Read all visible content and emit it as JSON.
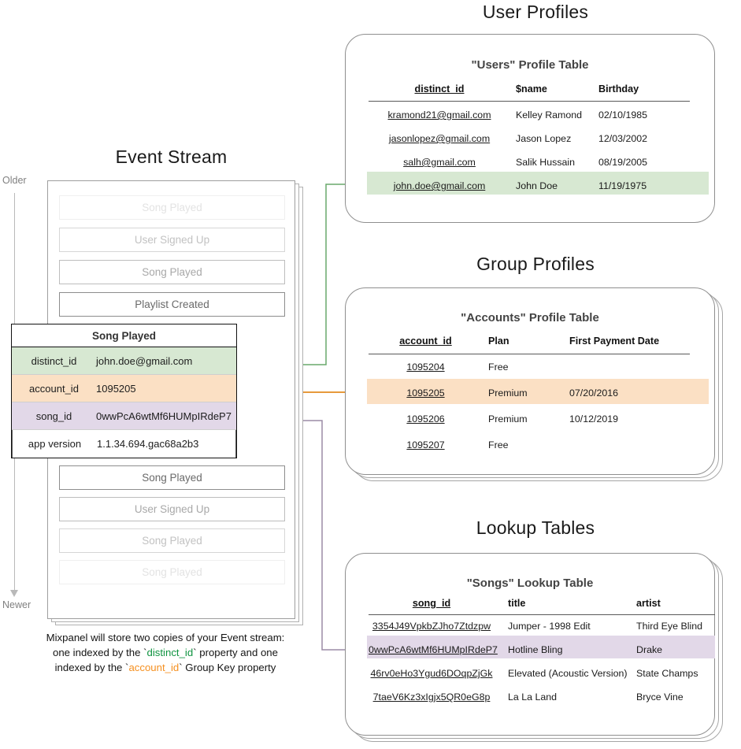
{
  "sections": {
    "user_profiles_title": "User Profiles",
    "group_profiles_title": "Group Profiles",
    "lookup_tables_title": "Lookup Tables",
    "event_stream_title": "Event Stream"
  },
  "timeline": {
    "older_label": "Older",
    "newer_label": "Newer"
  },
  "event_stream": {
    "events_before": [
      {
        "label": "Song Played",
        "fade": "f1"
      },
      {
        "label": "User Signed Up",
        "fade": "f2"
      },
      {
        "label": "Song Played",
        "fade": "f3"
      },
      {
        "label": "Playlist Created",
        "fade": "f4"
      }
    ],
    "expanded_event": {
      "name": "Song Played",
      "properties": [
        {
          "key": "distinct_id",
          "value": "john.doe@gmail.com",
          "color": "green"
        },
        {
          "key": "account_id",
          "value": "1095205",
          "color": "orange"
        },
        {
          "key": "song_id",
          "value": "0wwPcA6wtMf6HUMpIRdeP7",
          "color": "purple"
        },
        {
          "key": "app version",
          "value": "1.1.34.694.gac68a2b3",
          "color": "plain"
        }
      ]
    },
    "events_after": [
      {
        "label": "Song Played",
        "fade": "f4"
      },
      {
        "label": "User Signed Up",
        "fade": "f3"
      },
      {
        "label": "Song Played",
        "fade": "f2"
      },
      {
        "label": "Song Played",
        "fade": "f1"
      }
    ]
  },
  "caption": {
    "line1": "Mixpanel will store two copies of your Event stream:",
    "line2_a": "one indexed by the `",
    "line2_token": "distinct_id",
    "line2_b": "` property and one",
    "line3_a": "indexed by the `",
    "line3_token": "account_id",
    "line3_b": "` Group Key property"
  },
  "users_table": {
    "title": "\"Users\" Profile Table",
    "columns": [
      "distinct_id",
      "$name",
      "Birthday"
    ],
    "rows": [
      {
        "cells": [
          "kramond21@gmail.com",
          "Kelley Ramond",
          "02/10/1985"
        ],
        "highlight": ""
      },
      {
        "cells": [
          "jasonlopez@gmail.com",
          "Jason Lopez",
          "12/03/2002"
        ],
        "highlight": ""
      },
      {
        "cells": [
          "salh@gmail.com",
          "Salik Hussain",
          "08/19/2005"
        ],
        "highlight": ""
      },
      {
        "cells": [
          "john.doe@gmail.com",
          "John Doe",
          "11/19/1975"
        ],
        "highlight": "green"
      }
    ]
  },
  "accounts_table": {
    "title": "\"Accounts\" Profile Table",
    "columns": [
      "account_id",
      "Plan",
      "First Payment Date"
    ],
    "rows": [
      {
        "cells": [
          "1095204",
          "Free",
          ""
        ],
        "highlight": ""
      },
      {
        "cells": [
          "1095205",
          "Premium",
          "07/20/2016"
        ],
        "highlight": "orange"
      },
      {
        "cells": [
          "1095206",
          "Premium",
          "10/12/2019"
        ],
        "highlight": ""
      },
      {
        "cells": [
          "1095207",
          "Free",
          ""
        ],
        "highlight": ""
      }
    ]
  },
  "songs_table": {
    "title": "\"Songs\" Lookup Table",
    "columns": [
      "song_id",
      "title",
      "artist"
    ],
    "rows": [
      {
        "cells": [
          "3354J49VpkbZJho7Ztdzpw",
          "Jumper - 1998 Edit",
          "Third Eye Blind"
        ],
        "highlight": ""
      },
      {
        "cells": [
          "0wwPcA6wtMf6HUMpIRdeP7",
          "Hotline Bling",
          "Drake"
        ],
        "highlight": "purple"
      },
      {
        "cells": [
          "46rv0eHo3Ygud6DOqpZjGk",
          "Elevated (Acoustic Version)",
          "State Champs"
        ],
        "highlight": ""
      },
      {
        "cells": [
          "7taeV6Kz3xIgjx5QR0eG8p",
          "La La Land",
          "Bryce Vine"
        ],
        "highlight": ""
      }
    ]
  },
  "colors": {
    "green": "#d7e8d2",
    "orange": "#fbe0c4",
    "purple": "#e2d8e8",
    "green_connector": "#69a96b",
    "orange_connector": "#e79a3c",
    "purple_connector": "#9b8ba6",
    "token_green": "#0f9340",
    "token_orange": "#f59020"
  }
}
